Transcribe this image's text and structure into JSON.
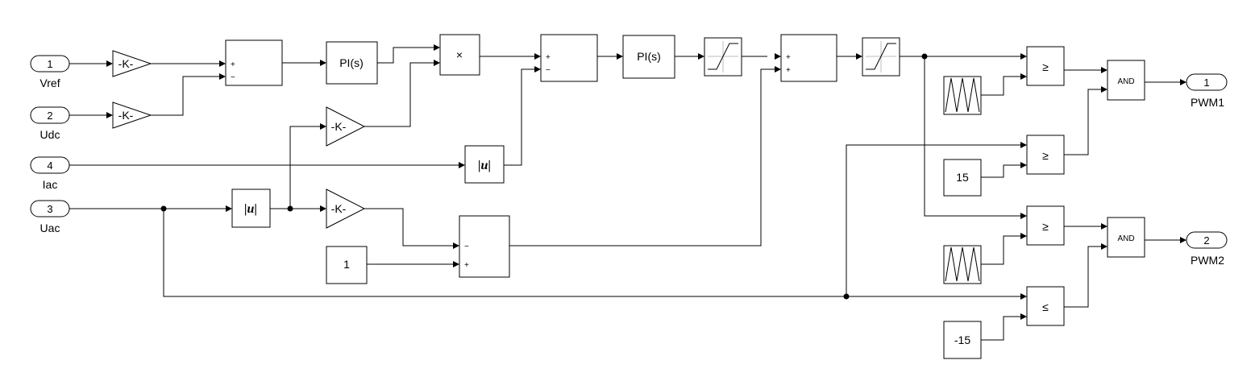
{
  "inports": [
    {
      "num": "1",
      "name": "Vref"
    },
    {
      "num": "2",
      "name": "Udc"
    },
    {
      "num": "4",
      "name": "Iac"
    },
    {
      "num": "3",
      "name": "Uac"
    }
  ],
  "outports": [
    {
      "num": "1",
      "name": "PWM1"
    },
    {
      "num": "2",
      "name": "PWM2"
    }
  ],
  "gain_label": "-K-",
  "pi_label": "PI(s)",
  "product_symbol": "×",
  "abs_label": "|u|",
  "constants": {
    "one": "1",
    "pos15": "15",
    "neg15": "-15"
  },
  "and_label": "AND",
  "relops": {
    "ge": "≥",
    "le": "≤"
  },
  "sum_signs": {
    "sum1": [
      "+",
      "−"
    ],
    "sum2": [
      "+",
      "−"
    ],
    "sum3": [
      "+",
      "+"
    ],
    "sum4": [
      "−",
      "+"
    ]
  }
}
